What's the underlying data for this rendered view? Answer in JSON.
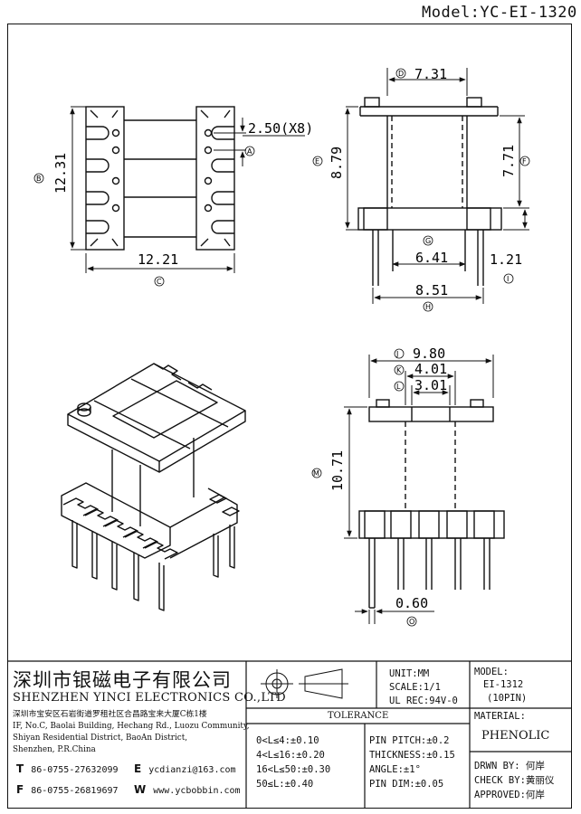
{
  "header": {
    "model_title": "Model:YC-EI-1320"
  },
  "dimensions": {
    "d_7_31": "7.31",
    "d_2_50": "2.50(X8)",
    "d_8_79": "8.79",
    "d_7_71": "7.71",
    "d_12_31": "12.31",
    "d_12_21": "12.21",
    "d_6_41": "6.41",
    "d_1_21": "1.21",
    "d_8_51": "8.51",
    "d_9_80": "9.80",
    "d_4_01": "4.01",
    "d_3_01": "3.01",
    "d_10_71": "10.71",
    "d_0_60": "0.60"
  },
  "markers": {
    "A": "A",
    "B": "B",
    "C": "C",
    "D": "D",
    "E": "E",
    "F": "F",
    "G": "G",
    "H": "H",
    "I": "I",
    "J": "J",
    "K": "K",
    "L": "L",
    "M": "M",
    "O": "O"
  },
  "title_block": {
    "company_cn": "深圳市银磁电子有限公司",
    "company_en": "SHENZHEN YINCI ELECTRONICS CO.,LTD",
    "address_cn": "深圳市宝安区石岩街道罗租社区合昌路宝来大厦C栋1楼",
    "address_en_1": "IF, No.C, Baolai Building, Hechang Rd., Luozu Community,",
    "address_en_2": "Shiyan Residential District, BaoAn District,",
    "address_en_3": "Shenzhen, P.R.China",
    "tel_icon": "T",
    "tel": "86-0755-27632099",
    "fax_icon": "F",
    "fax": "86-0755-26819697",
    "email_icon": "E",
    "email": "ycdianzi@163.com",
    "web_icon": "W",
    "web": "www.ycbobbin.com",
    "unit": "UNIT:MM",
    "scale": "SCALE:1/1",
    "ul_rec": "UL REC:94V-0",
    "tolerance_title": "TOLERANCE",
    "tol_1": "0<L≤4:±0.10",
    "tol_2": "4<L≤16:±0.20",
    "tol_3": "16<L≤50:±0.30",
    "tol_4": "50≤L:±0.40",
    "pin_pitch": "PIN PITCH:±0.2",
    "thickness": "THICKNESS:±0.15",
    "angle": "ANGLE:±1°",
    "pin_dim": "PIN DIM:±0.05",
    "model_label": "MODEL:",
    "model_value": "EI-1312",
    "model_pins": "(10PIN)",
    "material_label": "MATERIAL:",
    "material_value": "PHENOLIC",
    "drawn_by": "DRWN BY: 何岸",
    "check_by": "CHECK BY:黄丽仪",
    "approved": "APPROVED:何岸"
  }
}
